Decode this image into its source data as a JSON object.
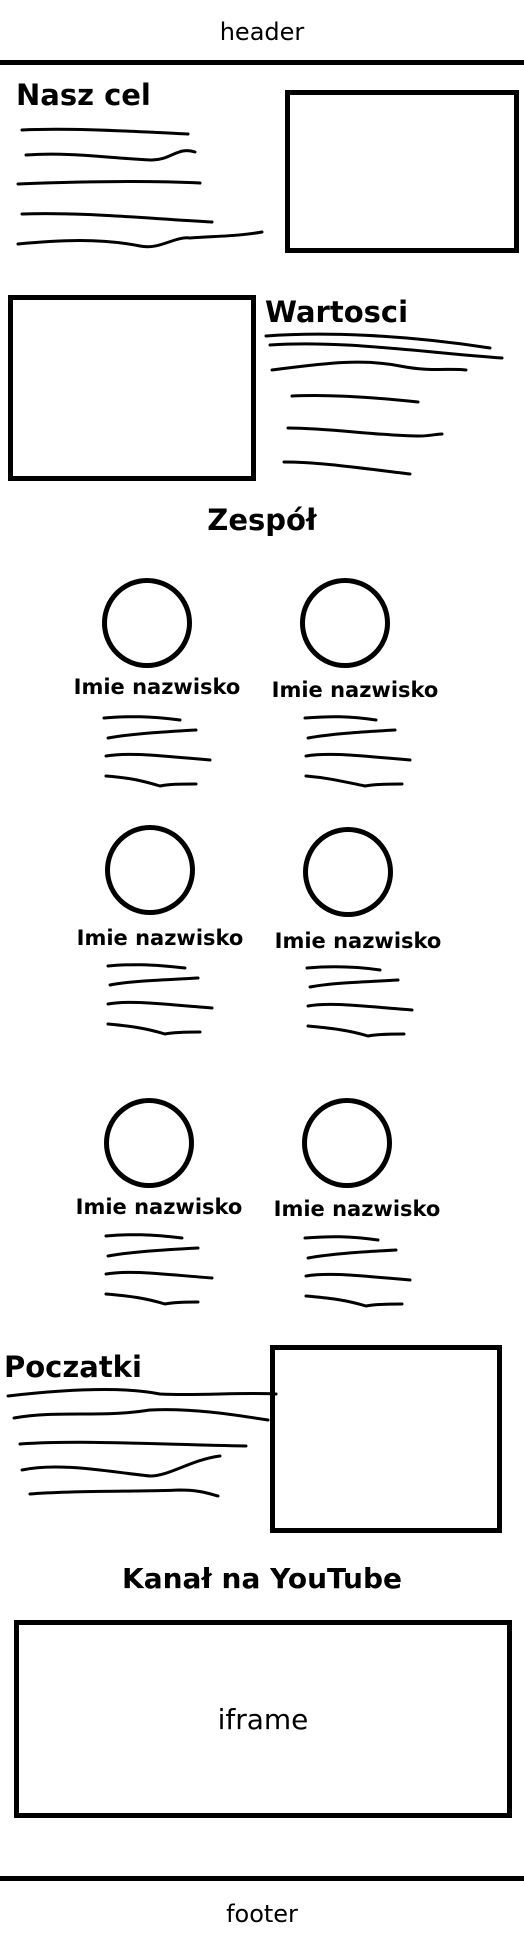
{
  "header": {
    "label": "header"
  },
  "sections": {
    "goal": {
      "title": "Nasz cel"
    },
    "values": {
      "title": "Wartosci"
    },
    "team": {
      "title": "Zespół",
      "members": [
        {
          "name": "Imie nazwisko"
        },
        {
          "name": "Imie nazwisko"
        },
        {
          "name": "Imie nazwisko"
        },
        {
          "name": "Imie nazwisko"
        },
        {
          "name": "Imie nazwisko"
        },
        {
          "name": "Imie nazwisko"
        }
      ]
    },
    "beginnings": {
      "title": "Poczatki"
    },
    "youtube": {
      "title": "Kanał na YouTube",
      "iframe_label": "iframe"
    }
  },
  "footer": {
    "label": "footer"
  }
}
